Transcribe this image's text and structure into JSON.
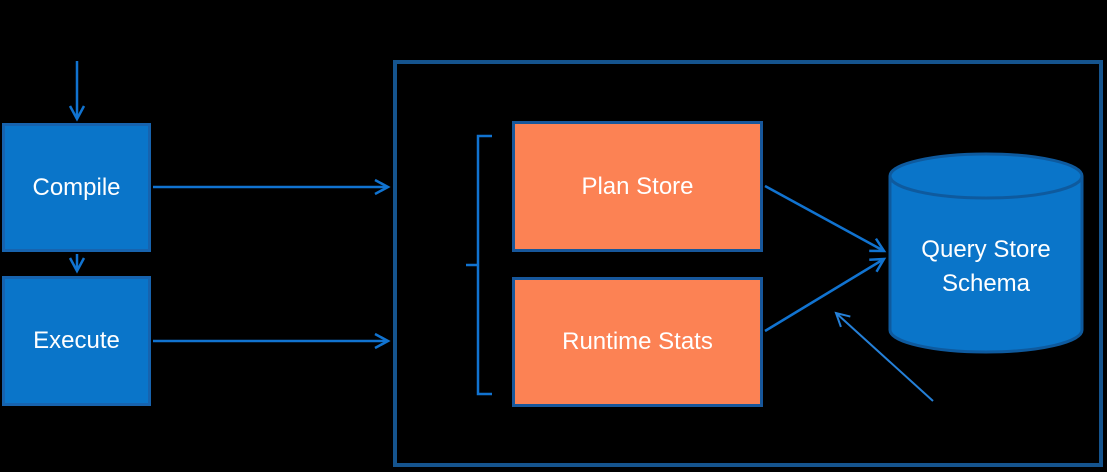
{
  "diagram": {
    "nodes": {
      "compile": {
        "label": "Compile"
      },
      "execute": {
        "label": "Execute"
      },
      "plan_store": {
        "label": "Plan Store"
      },
      "runtime_stats": {
        "label": "Runtime Stats"
      },
      "query_store_schema": {
        "label": "Query Store Schema"
      }
    },
    "edges": [
      {
        "from": "external-input",
        "to": "compile",
        "style": "arrow-down"
      },
      {
        "from": "compile",
        "to": "execute",
        "style": "arrow-down"
      },
      {
        "from": "compile",
        "to": "query-store-container",
        "style": "arrow-right"
      },
      {
        "from": "execute",
        "to": "query-store-container",
        "style": "arrow-right"
      },
      {
        "from": "plan_store",
        "to": "query_store_schema",
        "style": "arrow"
      },
      {
        "from": "runtime_stats",
        "to": "query_store_schema",
        "style": "arrow"
      },
      {
        "from": "external-annotation",
        "to": "runtime_stats-to-schema-edge",
        "style": "thin-arrow"
      }
    ],
    "grouping": {
      "bracket": "left square brace grouping Plan Store and Runtime Stats"
    },
    "colors": {
      "background": "#000000",
      "node_blue_fill": "#0A75C9",
      "node_blue_border": "#1763AE",
      "container_border_blue": "#15548E",
      "orange_fill": "#FC8254",
      "orange_border": "#17579B",
      "arrow_blue": "#1173D0",
      "annotation_arrow_blue": "#2580D8",
      "cylinder_fill": "#0A75C9",
      "cylinder_border": "#0E5A9E",
      "label_text": "#FFFFFF"
    }
  }
}
